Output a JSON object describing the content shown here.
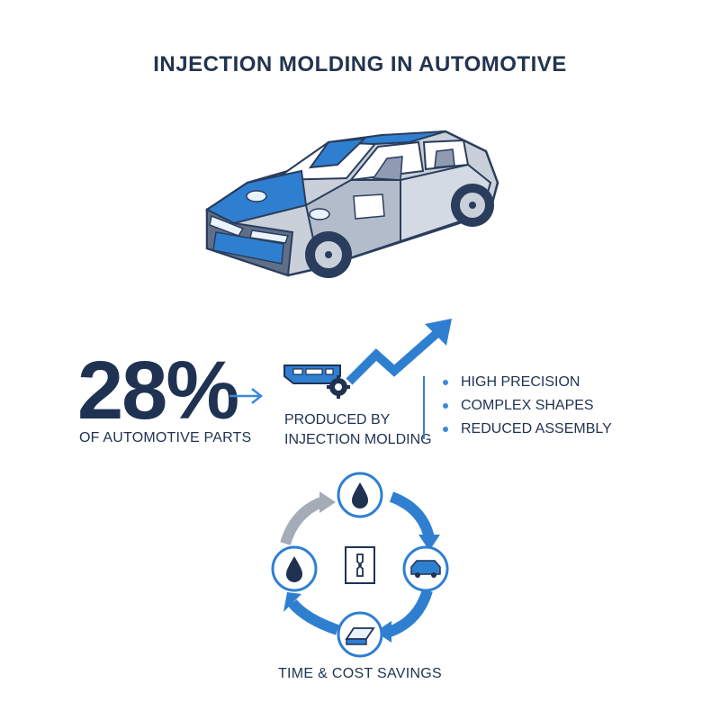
{
  "title": "INJECTION MOLDING IN AUTOMOTIVE",
  "stat": {
    "value": "28%",
    "caption": "OF AUTOMOTIVE PARTS"
  },
  "produced": {
    "line1": "PRODUCED BY",
    "line2": "INJECTION MOLDING"
  },
  "benefits": [
    "HIGH PRECISION",
    "COMPLEX SHAPES",
    "REDUCED ASSEMBLY"
  ],
  "cycle": {
    "stages": [
      "droplet-icon",
      "car-icon",
      "molded-part-icon",
      "droplet-icon"
    ],
    "center_icon": "mold-icon"
  },
  "footer": "TIME & COST SAVINGS",
  "colors": {
    "navy": "#1f3252",
    "blue": "#2f7fd1",
    "light_blue": "#4a9be0",
    "gray": "#a4acb8"
  }
}
